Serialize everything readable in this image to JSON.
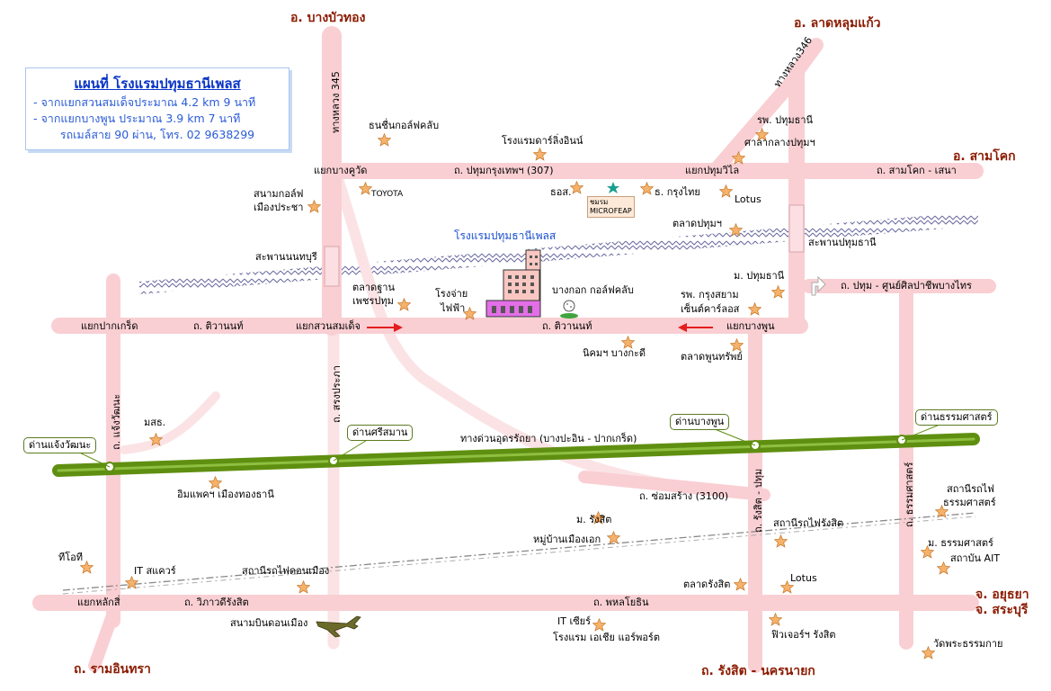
{
  "title": "แผนที่ โรงแรมปทุมธานีเพลส",
  "info_lines": [
    "- จากแยกสวนสมเด็จประมาณ 4.2 km 9 นาที",
    "- จากแยกบางพูน    ประมาณ 3.9 km 7 นาที",
    "รถเมล์สาย 90 ผ่าน, โทร. 02 9638299"
  ],
  "destinations": {
    "bang_bua_thong": "อ. บางบัวทอง",
    "lat_lum_kaeo": "อ. ลาดหลุมแก้ว",
    "sam_khok": "อ. สามโคก",
    "ayutthaya": "จ. อยุธยา",
    "saraburi": "จ. สระบุรี",
    "ram_inthra": "ถ. รามอินทรา",
    "rangsit_nakhon_nayok": "ถ. รังสิต - นครนายก"
  },
  "roads": {
    "pathum_krungthep": "ถ. ปทุมกรุงเทพฯ (307)",
    "sam_khok_sena": "ถ. สามโคก - เสนา",
    "tiwanon_west": "ถ. ติวานนท์",
    "tiwanon_east": "ถ. ติวานนท์",
    "pathum_art_center": "ถ. ปทุม - ศูนย์ศิลปาชีพบางไทร",
    "expressway": "ทางด่วนอุดรรัถยา (บางปะอิน - ปากเกร็ด)",
    "soi_mo_sang": "ถ. ซ่อมสร้าง (3100)",
    "wiphawadi": "ถ. วิภาวดีรังสิต",
    "phahonyothin": "ถ. พหลโยธิน",
    "highway_345": "ทางหลวง 345",
    "highway_346": "ทางหลวง346",
    "chaeng_watthana": "ถ. แจ้งวัฒนะ",
    "songprapa": "ถ. สรงประภา",
    "rangsit_pathum": "ถ. รังสิต - ปทุม",
    "thammasat": "ถ. ธรรมศาสตร์"
  },
  "intersections": {
    "bang_khu_wat": "แยกบางคูวัด",
    "pathum_wilai": "แยกปทุมวิไล",
    "suan_somdet": "แยกสวนสมเด็จ",
    "pak_kret": "แยกปากเกร็ด",
    "bang_phun": "แยกบางพูน",
    "lak_si": "แยกหลักสี่"
  },
  "bridges": {
    "nonthaburi": "สะพานนนทบุรี",
    "pathum_thani": "สะพานปทุมธานี"
  },
  "tolls": {
    "chaeng_watthana": "ด่านแจ้งวัฒนะ",
    "si_saman": "ด่านศรีสมาน",
    "bang_phun": "ด่านบางพูน",
    "thammasat": "ด่านธรรมศาสตร์"
  },
  "hotel_label": "โรงแรมปทุมธานีเพลส",
  "microfeap": [
    "ชมรม",
    "MICROFEAP"
  ],
  "airport": "สนามบินดอนเมือง",
  "landmarks": [
    {
      "name": "ธนชื่นกอล์ฟคลับ"
    },
    {
      "name": "โรงแรมดาร์ลิ่งอินน์"
    },
    {
      "name": "รพ. ปทุมธานี"
    },
    {
      "name": "ศาลากลางปทุมฯ"
    },
    {
      "name": "TOYOTA"
    },
    {
      "name": "สนามกอล์ฟ"
    },
    {
      "name": "เมืองประชา"
    },
    {
      "name": "ธอส."
    },
    {
      "name": "ธ. กรุงไทย"
    },
    {
      "name": "Lotus"
    },
    {
      "name": "ตลาดปทุมฯ"
    },
    {
      "name": "ตลาดฐาน"
    },
    {
      "name": "เพชรปทุม"
    },
    {
      "name": "โรงจ่าย"
    },
    {
      "name": "ไฟฟ้า"
    },
    {
      "name": "บางกอก กอล์ฟคลับ"
    },
    {
      "name": "ม. ปทุมธานี"
    },
    {
      "name": "รพ. กรุงสยาม"
    },
    {
      "name": "เซ็นต์คาร์ลอส"
    },
    {
      "name": "นิคมฯ บางกะดี"
    },
    {
      "name": "ตลาดพูนทรัพย์"
    },
    {
      "name": "มสธ."
    },
    {
      "name": "อิมแพคฯ เมืองทองธานี"
    },
    {
      "name": "ม. รังสิต"
    },
    {
      "name": "หมู่บ้านเมืองเอก"
    },
    {
      "name": "สถานีรถไฟรังสิต"
    },
    {
      "name": "สถานีรถไฟ"
    },
    {
      "name": "ธรรมศาสตร์"
    },
    {
      "name": "ม. ธรรมศาสตร์"
    },
    {
      "name": "สถาบัน AIT"
    },
    {
      "name": "ทีโอที"
    },
    {
      "name": "IT สแควร์"
    },
    {
      "name": "สถานีรถไฟดอนเมือง"
    },
    {
      "name": "Lotus"
    },
    {
      "name": "ตลาดรังสิต"
    },
    {
      "name": "IT เซียร์"
    },
    {
      "name": "โรงแรม เอเชีย แอร์พอร์ต"
    },
    {
      "name": "ฟิวเจอร์ฯ รังสิต"
    },
    {
      "name": "วัดพระธรรมกาย"
    }
  ],
  "colors": {
    "road": "#f9cfd3",
    "expressway": "#5f8f10",
    "destination_text": "#8b1a00",
    "title_text": "#0a35c7",
    "info_text": "#2a5bd7",
    "arrow": "#e41e1e",
    "star": "#f4a460",
    "river": "#6a6aa0"
  }
}
